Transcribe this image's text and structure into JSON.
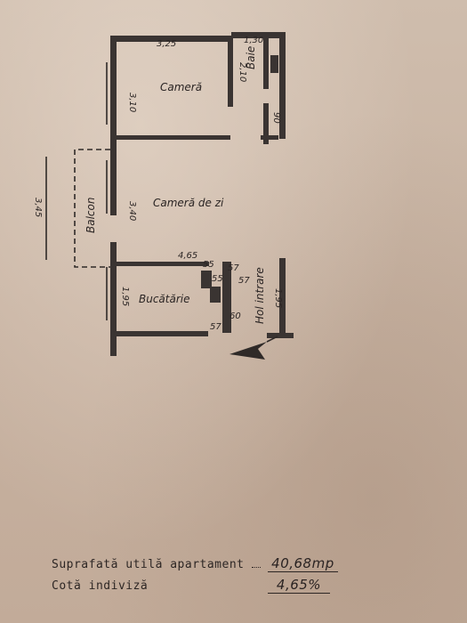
{
  "plan": {
    "rooms": {
      "camera": "Cameră",
      "camera_de_zi": "Cameră de zi",
      "bucatarie": "Bucătărie",
      "baie": "Baie",
      "balcon": "Balcon",
      "hol_intrare": "Hol intrare"
    },
    "dimensions": {
      "camera_width": "3,25",
      "camera_depth": "3,10",
      "baie_width": "1,30",
      "baie_depth": "2,10",
      "hol_door": "90",
      "balcon_length": "3,45",
      "camera_de_zi_depth": "3,40",
      "kitchen_width": "4,65",
      "kitchen_depth": "1,95",
      "hol_depth": "1,95",
      "shaft_a": "55",
      "shaft_b": "57",
      "shaft_c": "55",
      "shaft_d": "57",
      "shaft_e": "60",
      "shaft_f": "57"
    }
  },
  "summary": {
    "area_label": "Suprafată utilă apartament",
    "area_value": "40,68mp",
    "share_label": "Cotă indiviză",
    "share_value": "4,65%"
  },
  "colors": {
    "paper": "#cbb8a8",
    "ink": "#2f2a28"
  }
}
